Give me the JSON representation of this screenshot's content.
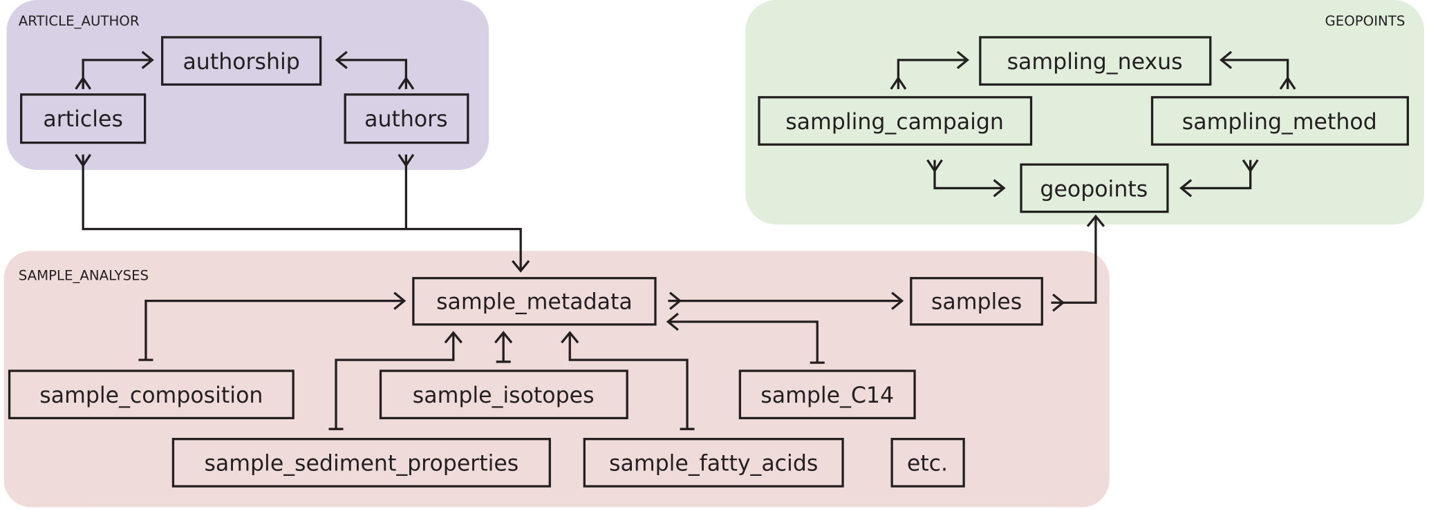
{
  "colors": {
    "article_author_bg": "#d8d0e5",
    "geopoints_bg": "#e1eedb",
    "sample_analyses_bg": "#f0dbdb",
    "line": "#231f20"
  },
  "groups": {
    "article_author": "ARTICLE_AUTHOR",
    "geopoints": "GEOPOINTS",
    "sample_analyses": "SAMPLE_ANALYSES"
  },
  "entities": {
    "authorship": "authorship",
    "articles": "articles",
    "authors": "authors",
    "sampling_nexus": "sampling_nexus",
    "sampling_campaign": "sampling_campaign",
    "sampling_method": "sampling_method",
    "geopoints": "geopoints",
    "sample_metadata": "sample_metadata",
    "samples": "samples",
    "sample_composition": "sample_composition",
    "sample_isotopes": "sample_isotopes",
    "sample_C14": "sample_C14",
    "sample_sediment_properties": "sample_sediment_properties",
    "sample_fatty_acids": "sample_fatty_acids",
    "etc": "etc."
  },
  "relationships": [
    {
      "from": "articles",
      "to": "authorship",
      "from_end": "many",
      "to_end": "arrow"
    },
    {
      "from": "authors",
      "to": "authorship",
      "from_end": "many",
      "to_end": "arrow"
    },
    {
      "from": "articles",
      "to": "sample_metadata",
      "from_end": "many",
      "to_end": "arrow"
    },
    {
      "from": "authors",
      "to": "sample_metadata",
      "from_end": "many",
      "to_end": "arrow"
    },
    {
      "from": "sampling_campaign",
      "to": "sampling_nexus",
      "from_end": "many",
      "to_end": "arrow"
    },
    {
      "from": "sampling_method",
      "to": "sampling_nexus",
      "from_end": "many",
      "to_end": "arrow"
    },
    {
      "from": "sampling_campaign",
      "to": "geopoints",
      "from_end": "many",
      "to_end": "arrow"
    },
    {
      "from": "sampling_method",
      "to": "geopoints",
      "from_end": "many",
      "to_end": "arrow"
    },
    {
      "from": "sample_metadata",
      "to": "samples",
      "from_end": "many",
      "to_end": "arrow"
    },
    {
      "from": "samples",
      "to": "geopoints",
      "from_end": "many",
      "to_end": "arrow"
    },
    {
      "from": "sample_composition",
      "to": "sample_metadata",
      "from_end": "one",
      "to_end": "arrow"
    },
    {
      "from": "sample_isotopes",
      "to": "sample_metadata",
      "from_end": "one",
      "to_end": "arrow"
    },
    {
      "from": "sample_sediment_properties",
      "to": "sample_metadata",
      "from_end": "one",
      "to_end": "arrow"
    },
    {
      "from": "sample_fatty_acids",
      "to": "sample_metadata",
      "from_end": "one",
      "to_end": "arrow"
    },
    {
      "from": "sample_C14",
      "to": "sample_metadata",
      "from_end": "one",
      "to_end": "arrow"
    }
  ]
}
